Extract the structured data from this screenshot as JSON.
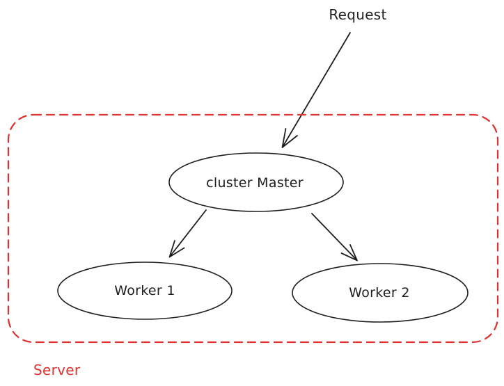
{
  "canvas": {
    "background": "#ffffff"
  },
  "colors": {
    "ink": "#1e1e1e",
    "boundary": "#e03131"
  },
  "labels": {
    "request": "Request",
    "server": "Server"
  },
  "nodes": {
    "master": {
      "label": "cluster Master"
    },
    "worker1": {
      "label": "Worker 1"
    },
    "worker2": {
      "label": "Worker 2"
    }
  },
  "edges": [
    {
      "from": "Request",
      "to": "cluster Master"
    },
    {
      "from": "cluster Master",
      "to": "Worker 1"
    },
    {
      "from": "cluster Master",
      "to": "Worker 2"
    }
  ]
}
